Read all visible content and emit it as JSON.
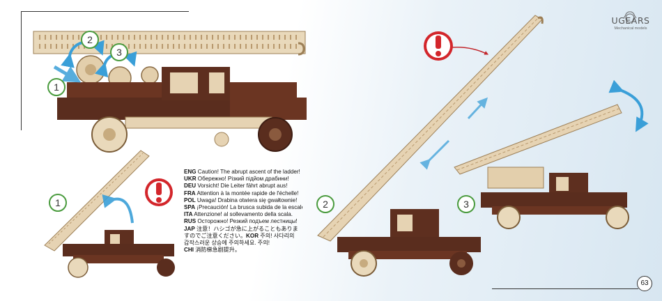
{
  "brand": {
    "name": "UGEARS",
    "tagline": "Mechanical models"
  },
  "page_number": "63",
  "callouts": {
    "top_1": "1",
    "top_2": "2",
    "top_3": "3",
    "small_1": "1",
    "big_2": "2",
    "big_3": "3"
  },
  "caution": [
    {
      "lang": "ENG",
      "text": "Caution! The abrupt ascent of the ladder!"
    },
    {
      "lang": "UKR",
      "text": "Обережно! Різкий підйом драбини!"
    },
    {
      "lang": "DEU",
      "text": "Vorsicht! Die Leiter fährt abrupt aus!"
    },
    {
      "lang": "FRA",
      "text": "Attention à la montée rapide de l'échelle!"
    },
    {
      "lang": "POL",
      "text": "Uwaga! Drabina otwiera się gwałtownie!"
    },
    {
      "lang": "SPA",
      "text": "¡Precaución! La brusca subida de la escalera!"
    },
    {
      "lang": "ITA",
      "text": "Attenzione! al sollevamento della scala."
    },
    {
      "lang": "RUS",
      "text": "Осторожно! Резкий подъем лестницы!"
    },
    {
      "lang": "JAP",
      "text": "注意！ハシゴが急に上がることもありま"
    },
    {
      "lang": "",
      "text": "すのでご注意ください。"
    },
    {
      "lang": "KOR",
      "text": "주의! 사다리의"
    },
    {
      "lang": "",
      "text": "갑작스러운 상승에 주의하세요. 주의!"
    },
    {
      "lang": "CHI",
      "text": "消防梯急剧提升。"
    }
  ],
  "colors": {
    "wood_light": "#e6d3b3",
    "wood_dark": "#5a2d1e",
    "callout_green": "#4a9b3e",
    "arrow_blue": "#3a9fd8",
    "warning_red": "#d3262b"
  }
}
